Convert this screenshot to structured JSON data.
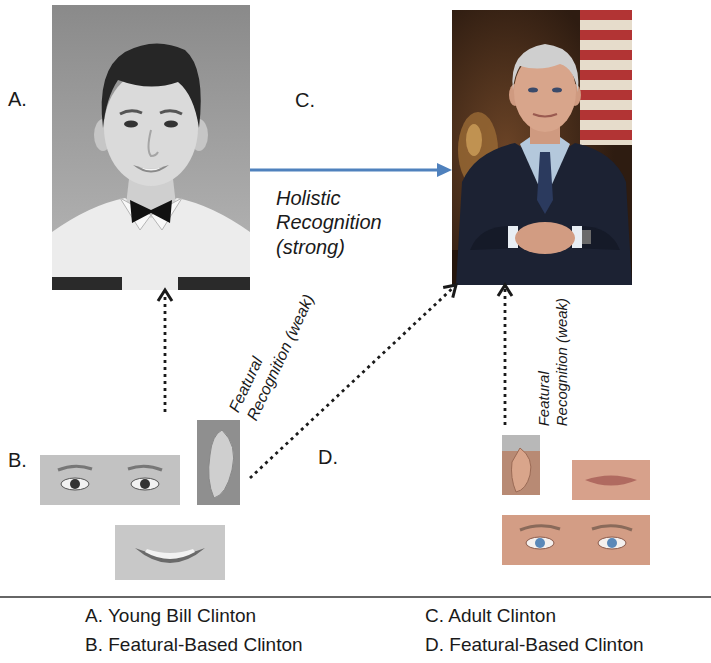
{
  "diagram": {
    "nodes": [
      {
        "text": [
          "A."
        ]
      },
      {
        "text": [
          "C."
        ]
      },
      {
        "text": [
          "B."
        ]
      },
      {
        "text": [
          "D."
        ]
      }
    ],
    "edges": [
      {
        "from": 0,
        "to": 1,
        "arrow": "to",
        "label": "Holistic Recognition (strong)"
      },
      {
        "from": 2,
        "to": 0,
        "arrow": "to",
        "label": "Featural Recognition (weak)"
      },
      {
        "from": 2,
        "to": 1,
        "arrow": "to"
      },
      {
        "from": 3,
        "to": 1,
        "arrow": "to",
        "label": "Featural Recognition (weak)"
      }
    ],
    "labels": [
      "A. Young Bill Clinton",
      "C. Adult Clinton",
      "B. Featural-Based Clinton",
      "D. Featural-Based Clinton"
    ]
  }
}
